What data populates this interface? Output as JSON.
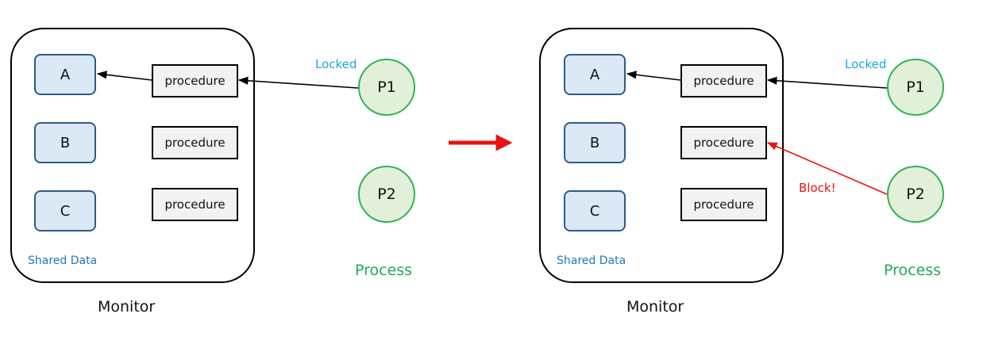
{
  "panels": [
    {
      "data_items": [
        "A",
        "B",
        "C"
      ],
      "procedures": [
        "procedure",
        "procedure",
        "procedure"
      ],
      "shared_label": "Shared Data",
      "monitor_label": "Monitor",
      "processes": [
        "P1",
        "P2"
      ],
      "process_label": "Process",
      "locked_label": "Locked"
    },
    {
      "data_items": [
        "A",
        "B",
        "C"
      ],
      "procedures": [
        "procedure",
        "procedure",
        "procedure"
      ],
      "shared_label": "Shared Data",
      "monitor_label": "Monitor",
      "processes": [
        "P1",
        "P2"
      ],
      "process_label": "Process",
      "locked_label": "Locked",
      "block_label": "Block!"
    }
  ],
  "colors": {
    "data_fill": "#dbe8f5",
    "data_border": "#2e5b87",
    "procedure_fill": "#f2f2f2",
    "process_fill": "#e2efd9",
    "process_border": "#2fb457",
    "locked_text": "#1ba7e0",
    "shared_text": "#1f77c0",
    "process_text": "#22aa55",
    "block_text": "#e81313",
    "transition_arrow": "#e81313"
  }
}
